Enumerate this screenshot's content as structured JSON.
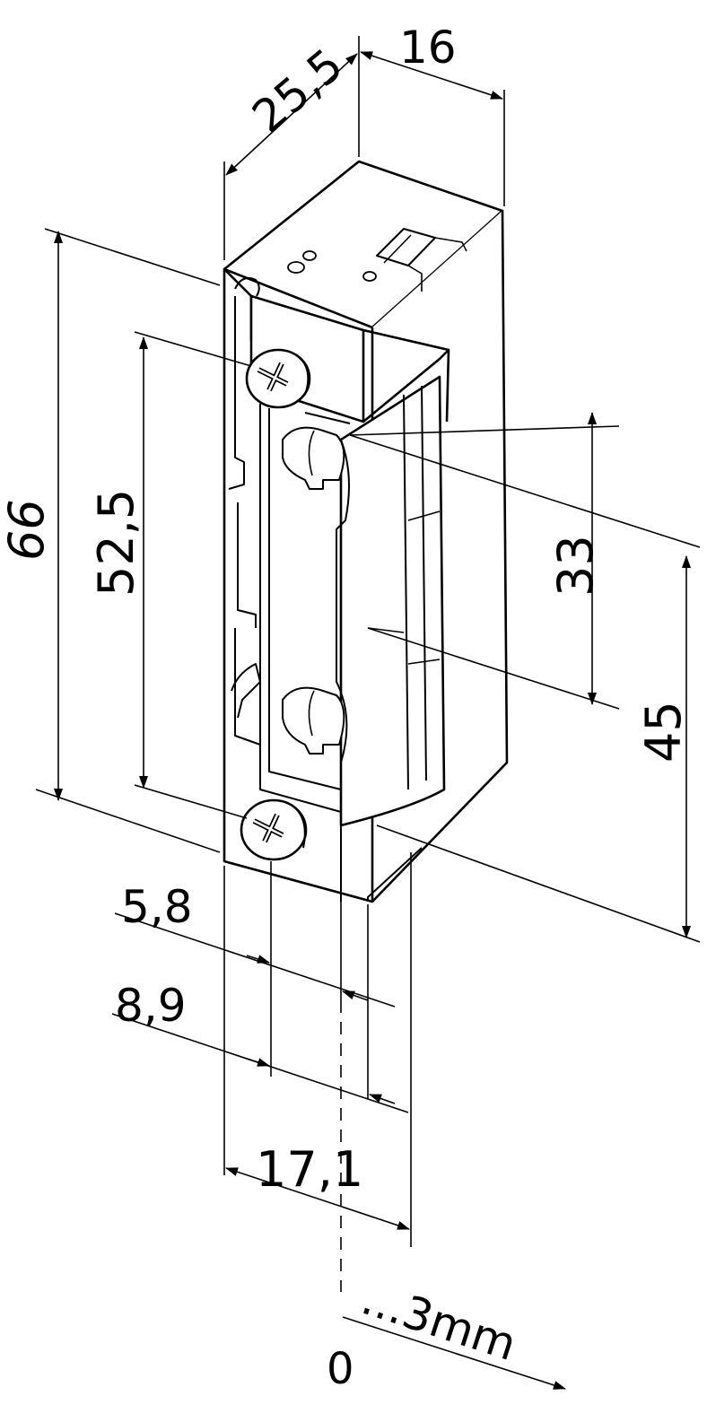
{
  "dimensions": {
    "depth": "25,5",
    "width_top": "16",
    "height_total": "66",
    "screw_spacing": "52,5",
    "latch_height": "33",
    "latch_offset": "45",
    "offset_a": "5,8",
    "offset_b": "8,9",
    "width_faceplate": "17,1",
    "adjust_range": "...3mm",
    "zero": "0"
  },
  "colors": {
    "line": "#000000",
    "background": "#ffffff"
  }
}
